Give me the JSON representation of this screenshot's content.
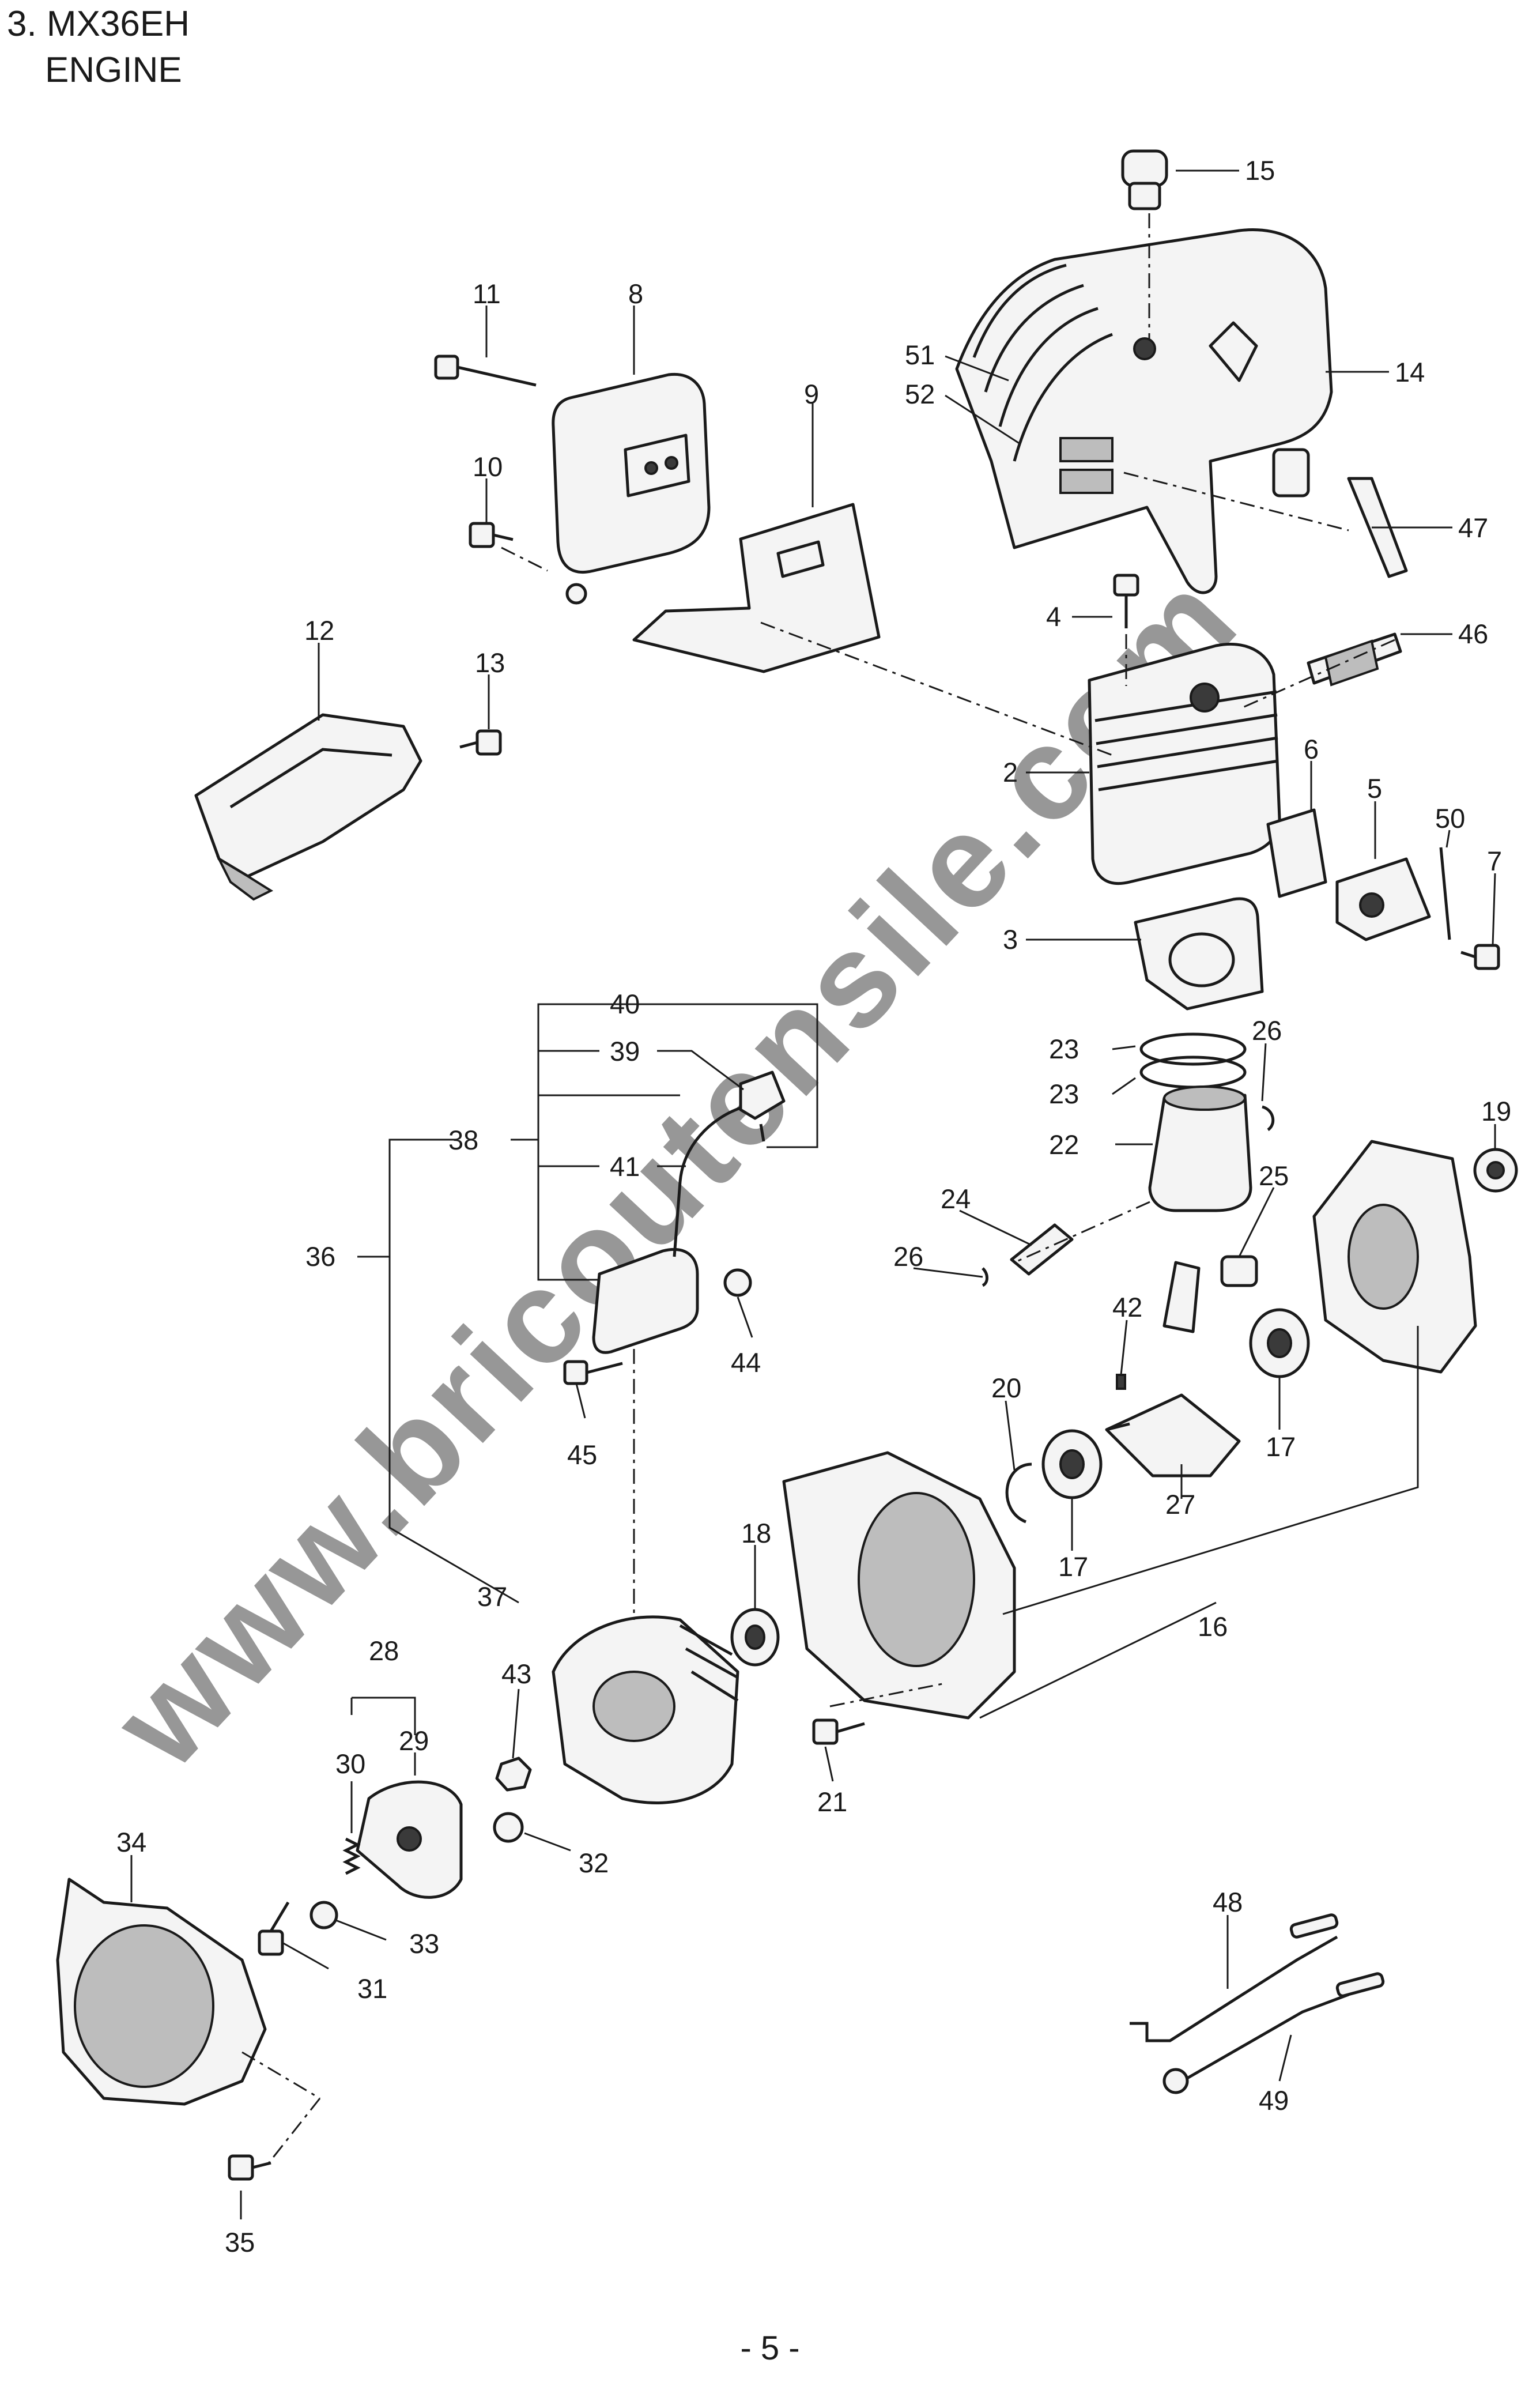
{
  "header": {
    "section": "3. MX36EH",
    "title": "ENGINE"
  },
  "watermark": "www.bricoutensile.com",
  "page_number": "- 5 -",
  "callouts": [
    "15",
    "11",
    "8",
    "51",
    "14",
    "52",
    "9",
    "10",
    "47",
    "12",
    "4",
    "46",
    "13",
    "2",
    "6",
    "5",
    "50",
    "7",
    "3",
    "40",
    "23",
    "26",
    "39",
    "23",
    "38",
    "22",
    "19",
    "41",
    "25",
    "24",
    "36",
    "26",
    "42",
    "44",
    "20",
    "45",
    "17",
    "27",
    "18",
    "17",
    "37",
    "16",
    "28",
    "43",
    "29",
    "30",
    "21",
    "32",
    "34",
    "33",
    "31",
    "48",
    "49",
    "35"
  ]
}
